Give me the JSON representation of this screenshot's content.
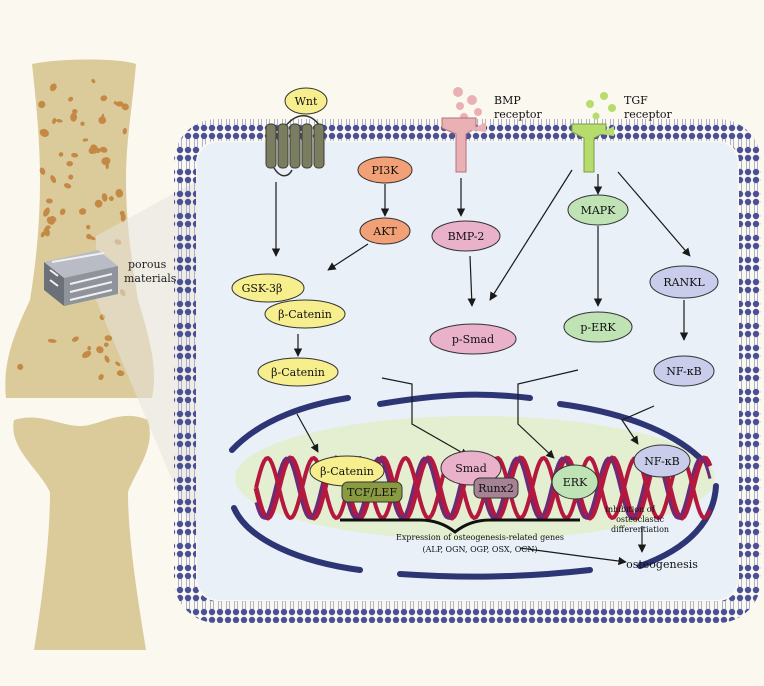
{
  "colors": {
    "background": "#fbf8ef",
    "cell_fill": "#e9f0f8",
    "membrane": "#4a5096",
    "bone": "#dbcb9b",
    "bone_pore": "#c48a45",
    "yellow_node": "#f7ee8e",
    "orange_node": "#f2a076",
    "pink_node": "#eab1cb",
    "green_node": "#bfe3b4",
    "blue_node": "#c9cdeb",
    "dna_red": "#b5183e",
    "dna_purple": "#6a2c78",
    "tcf_fill": "#8a9a40",
    "runx_fill": "#a58294"
  },
  "labels": {
    "porous_line1": "porous",
    "porous_line2": "materials",
    "wnt": "Wnt",
    "bmp_line1": "BMP",
    "bmp_line2": "receptor",
    "tgf_line1": "TGF",
    "tgf_line2": "receptor",
    "pi3k": "PI3K",
    "akt": "AKT",
    "gsk3b": "GSK-3β",
    "bcat_complex": "β-Catenin",
    "bcat": "β-Catenin",
    "bmp2": "BMP-2",
    "psmad": "p-Smad",
    "mapk": "MAPK",
    "perk": "p-ERK",
    "rankl": "RANKL",
    "nfkb": "NF-κB",
    "nuc_bcat": "β-Catenin",
    "tcf": "TCF/LEF",
    "smad": "Smad",
    "runx2": "Runx2",
    "erk": "ERK",
    "nuc_nfkb": "NF-κB",
    "expression_line1": "Expression of osteogenesis-related genes",
    "expression_line2": "(ALP, OGN, OGP, OSX, OCN)",
    "inhibition_line1": "inhibition of",
    "inhibition_line2": "osteoclastic",
    "inhibition_line3": "differentiation",
    "osteogenesis": "osteogenesis"
  }
}
